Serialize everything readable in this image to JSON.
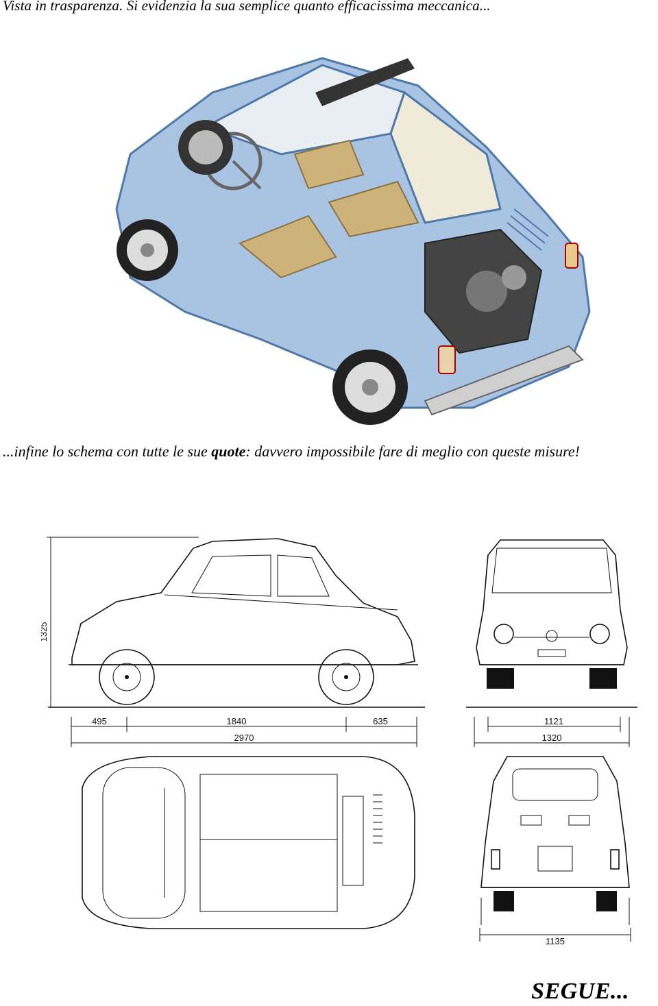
{
  "captions": {
    "top": "Vista in trasparenza. Si evidenzia la sua semplice quanto efficacissima meccanica...",
    "middle_before": "...infine lo schema con tutte le sue ",
    "middle_bold": "quote",
    "middle_after": ": davvero impossibile fare di meglio con queste misure!",
    "footer": "SEGUE..."
  },
  "illustrations": {
    "cutaway": {
      "depicts": "cutaway-car-illustration",
      "body_color": "#8eb0d6"
    },
    "drawings": {
      "depicts": "technical-dimension-drawings"
    }
  },
  "dimensions": {
    "height": "1325",
    "front_overhang": "495",
    "wheelbase": "1840",
    "rear_overhang": "635",
    "overall_length": "2970",
    "front_track": "1121",
    "overall_width": "1320",
    "rear_track": "1135"
  }
}
